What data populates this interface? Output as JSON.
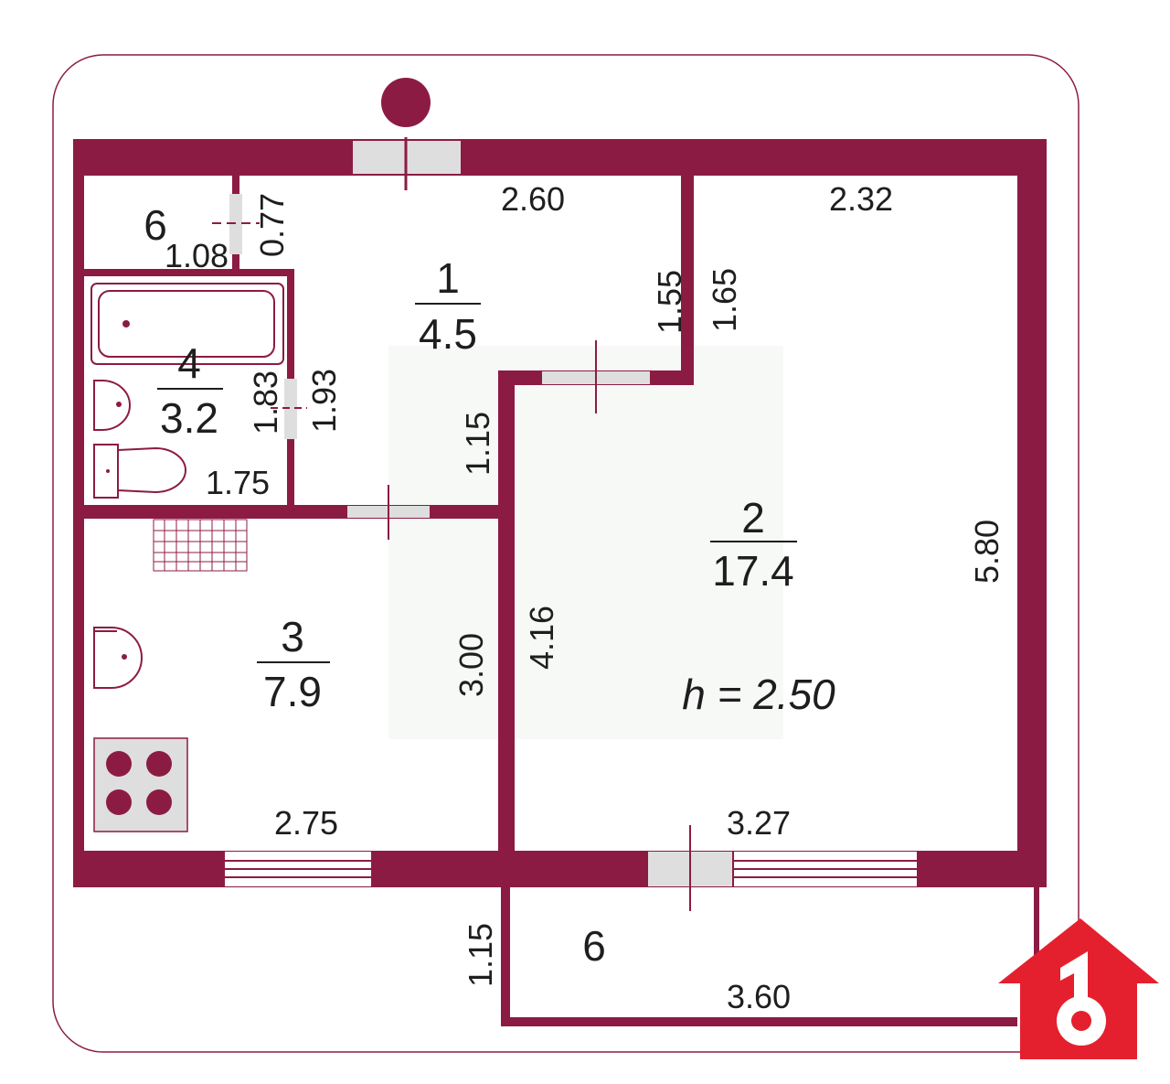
{
  "rooms": {
    "r1": {
      "number": "1",
      "area": "4.5"
    },
    "r2": {
      "number": "2",
      "area": "17.4"
    },
    "r3": {
      "number": "3",
      "area": "7.9"
    },
    "r4": {
      "number": "4",
      "area": "3.2"
    },
    "r6_top": {
      "number": "6"
    },
    "r6_balcony": {
      "number": "6"
    }
  },
  "dimensions": {
    "d_2_60": "2.60",
    "d_2_32": "2.32",
    "d_0_77": "0.77",
    "d_1_08": "1.08",
    "d_1_55": "1.55",
    "d_1_65": "1.65",
    "d_1_83": "1.83",
    "d_1_93": "1.93",
    "d_1_15_inner": "1.15",
    "d_1_75": "1.75",
    "d_5_80": "5.80",
    "d_4_16": "4.16",
    "d_3_00": "3.00",
    "d_2_75": "2.75",
    "d_3_27": "3.27",
    "d_1_15_balcony": "1.15",
    "d_3_60": "3.60"
  },
  "ceiling_height": "h = 2.50",
  "colors": {
    "wall": "#8c1b44",
    "opening": "#dedede",
    "logo": "#e5202e"
  },
  "icons": [
    "bathtub-icon",
    "sink-icon",
    "toilet-icon",
    "stove-icon",
    "shower-grid-icon",
    "compass-marker-icon",
    "agency-logo-icon"
  ]
}
